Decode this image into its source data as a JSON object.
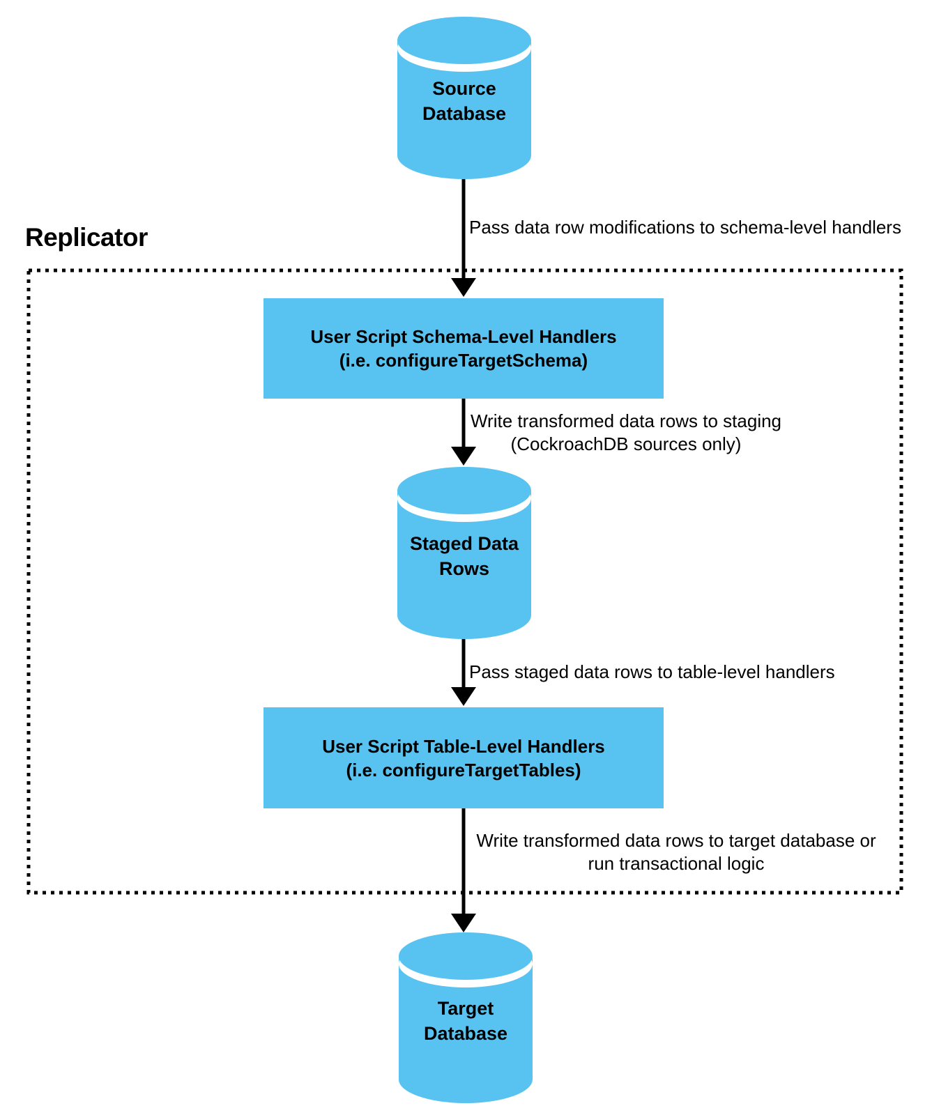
{
  "diagram": {
    "replicator": {
      "label": "Replicator"
    },
    "nodes": {
      "source_db": {
        "label": "Source\nDatabase"
      },
      "schema_handlers": {
        "label": "User Script Schema-Level Handlers\n(i.e. configureTargetSchema)"
      },
      "staged_rows": {
        "label": "Staged Data\nRows"
      },
      "table_handlers": {
        "label": "User Script Table-Level Handlers\n(i.e. configureTargetTables)"
      },
      "target_db": {
        "label": "Target\nDatabase"
      }
    },
    "edges": {
      "source_to_schema": {
        "label": "Pass data row modifications to schema-level handlers"
      },
      "schema_to_staged": {
        "label": "Write transformed data rows to staging\n(CockroachDB sources only)"
      },
      "staged_to_table": {
        "label": "Pass staged data rows to table-level handlers"
      },
      "table_to_target": {
        "label": "Write transformed data rows to target database or\nrun transactional logic"
      }
    },
    "colors": {
      "node_fill": "#58C2F0",
      "line": "#000000",
      "text": "#000000",
      "background": "#FFFFFF"
    }
  }
}
